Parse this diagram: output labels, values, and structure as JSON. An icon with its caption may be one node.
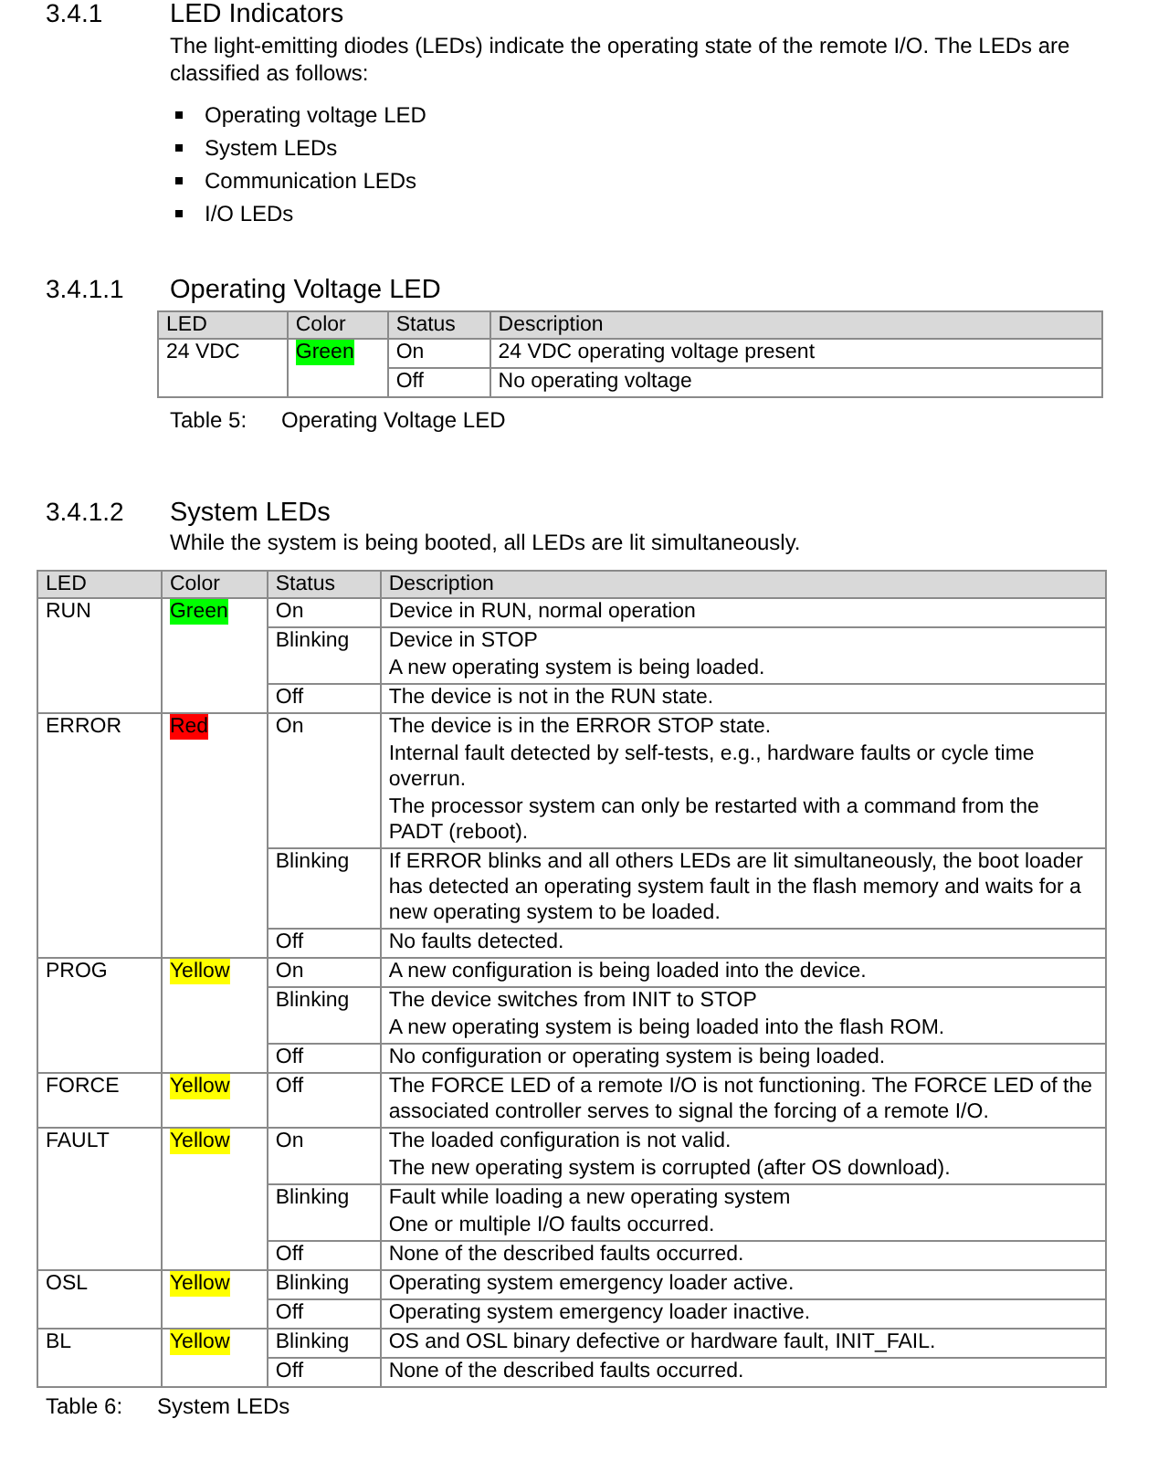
{
  "diagram": {
    "labels": [
      "3.4.1",
      "LED Indicators",
      "The light-emitting diodes (LEDs) indicate the operating state of the remote I/O. The LEDs are classified as follows:",
      "Operating voltage LED",
      "System LEDs",
      "Communication LEDs",
      "I/O LEDs",
      "3.4.1.1",
      "Operating Voltage LED",
      "LED",
      "Color",
      "Status",
      "Description",
      "24 VDC",
      "Green",
      "On",
      "24 VDC operating voltage present",
      "Off",
      "No operating voltage",
      "Table 5:",
      "Operating Voltage LED",
      "3.4.1.2",
      "System LEDs",
      "While the system is being booted, all LEDs are lit simultaneously.",
      "LED",
      "Color",
      "Status",
      "Description",
      "RUN",
      "Green",
      "On",
      "Device in RUN, normal operation",
      "Blinking",
      "Device in STOP",
      "A new operating system is being loaded.",
      "Off",
      "The device is not in the RUN state.",
      "ERROR",
      "Red",
      "On",
      "The device is in the ERROR STOP state.",
      "Internal fault detected by self-tests, e.g., hardware faults or cycle time overrun.",
      "The processor system can only be restarted with a command from the PADT (reboot).",
      "Blinking",
      "If ERROR blinks and all others LEDs are lit simultaneously, the boot loader has detected an operating system fault in the flash memory and waits for a new operating system to be loaded.",
      "Off",
      "No faults detected.",
      "PROG",
      "Yellow",
      "On",
      "A new configuration is being loaded into the device.",
      "Blinking",
      "The device switches from INIT to STOP",
      "A new operating system is being loaded into the flash ROM.",
      "Off",
      "No configuration or operating system is being loaded.",
      "FORCE",
      "Yellow",
      "Off",
      "The FORCE LED of a remote I/O is not functioning. The FORCE LED of the associated controller serves to signal the forcing of a remote I/O.",
      "FAULT",
      "Yellow",
      "On",
      "The loaded configuration is not valid.",
      "The new operating system is corrupted (after OS download).",
      "Blinking",
      "Fault while loading a new operating system",
      "One or multiple I/O faults occurred.",
      "Off",
      "None of the described faults occurred.",
      "OSL",
      "Yellow",
      "Blinking",
      "Operating system emergency loader active.",
      "Off",
      "Operating system emergency loader inactive.",
      "BL",
      "Yellow",
      "Blinking",
      "OS and OSL binary defective or hardware fault, INIT_FAIL.",
      "Off",
      "None of the described faults occurred.",
      "Table 6:",
      "System LEDs"
    ]
  }
}
